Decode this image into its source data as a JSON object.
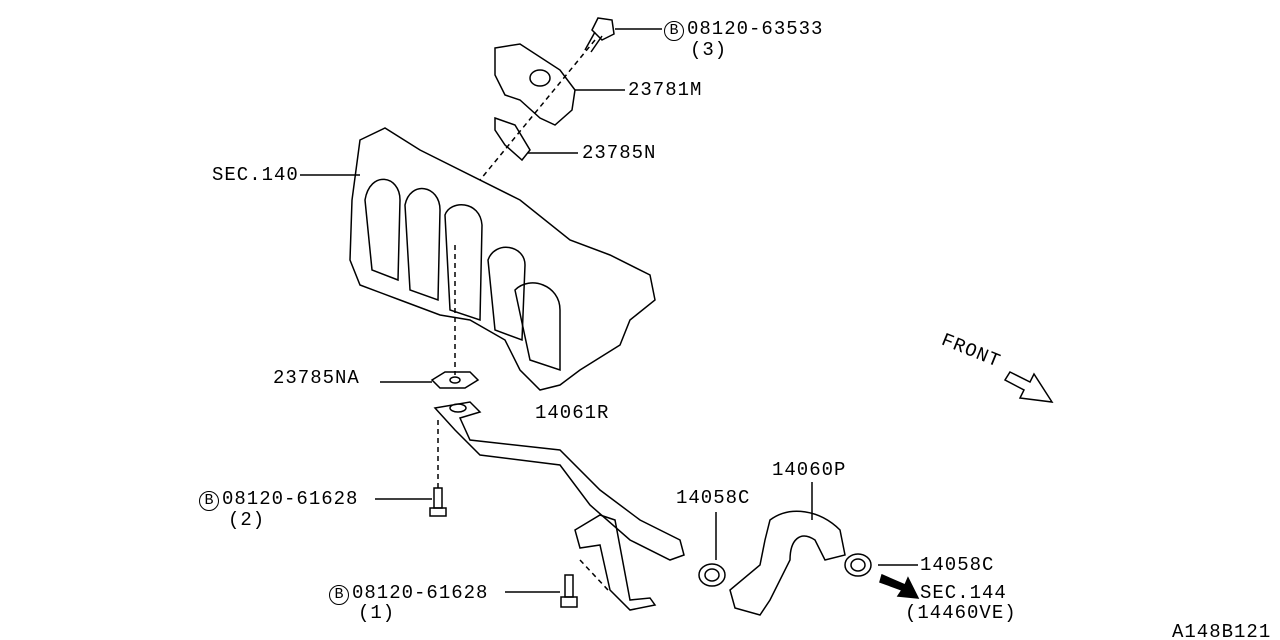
{
  "labels": {
    "bolt_top": {
      "badge": "B",
      "part": "08120-63533",
      "qty": "(3)"
    },
    "valve": "23781M",
    "gasket_top": "23785N",
    "sec140": "SEC.140",
    "gasket_lower": "23785NA",
    "tube": "14061R",
    "bolt_mid": {
      "badge": "B",
      "part": "08120-61628",
      "qty": "(2)"
    },
    "clamp_left": "14058C",
    "hose": "14060P",
    "clamp_right": "14058C",
    "sec144": "SEC.144",
    "sec144_ref": "(14460VE)",
    "bolt_low": {
      "badge": "B",
      "part": "08120-61628",
      "qty": "(1)"
    },
    "front": "FRONT",
    "diagram_id": "A148B121"
  }
}
